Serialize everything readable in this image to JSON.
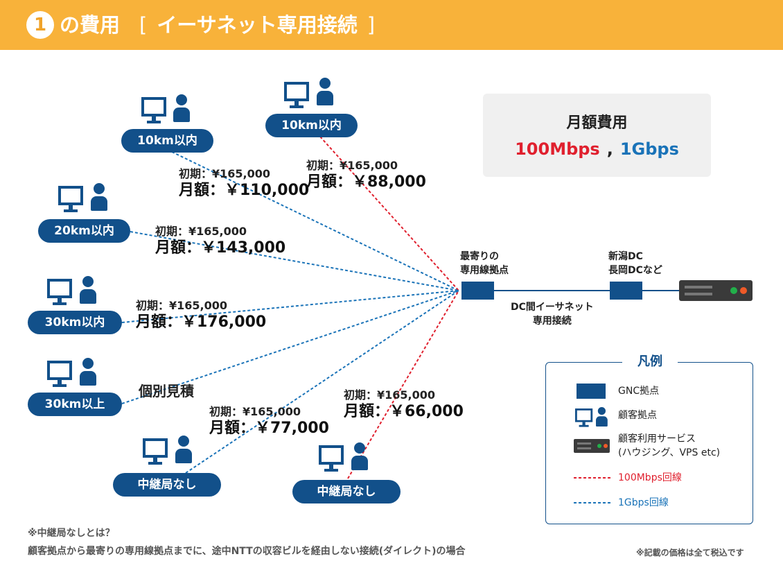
{
  "header": {
    "number": "1",
    "title": "の費用",
    "bracket_open": "[",
    "subtitle": "イーサネット専用接続",
    "bracket_close": "]"
  },
  "monthly_box": {
    "title": "月額費用",
    "speed_100m": "100Mbps",
    "separator": ",",
    "speed_1g": "1Gbps"
  },
  "customers": [
    {
      "label": "10km以内",
      "line": "1Gbps",
      "initial": "初期：¥165,000",
      "monthly": "月額：￥110,000"
    },
    {
      "label": "10km以内",
      "line": "100Mbps",
      "initial": "初期：¥165,000",
      "monthly": "月額：￥88,000"
    },
    {
      "label": "20km以内",
      "line": "1Gbps",
      "initial": "初期：¥165,000",
      "monthly": "月額：￥143,000"
    },
    {
      "label": "30km以内",
      "line": "1Gbps",
      "initial": "初期：¥165,000",
      "monthly": "月額：￥176,000"
    },
    {
      "label": "30km以上",
      "line": "1Gbps",
      "estimate": "個別見積"
    },
    {
      "label": "中継局なし",
      "line": "1Gbps",
      "initial": "初期：¥165,000",
      "monthly": "月額：￥77,000"
    },
    {
      "label": "中継局なし",
      "line": "100Mbps",
      "initial": "初期：¥165,000",
      "monthly": "月額：￥66,000"
    }
  ],
  "nodes": {
    "nearest_line1": "最寄りの",
    "nearest_line2": "専用線拠点",
    "dc_line1": "新潟DC",
    "dc_line2": "長岡DCなど",
    "link_line1": "DC間イーサネット",
    "link_line2": "専用接続"
  },
  "legend": {
    "title": "凡例",
    "gnc": "GNC拠点",
    "customer": "顧客拠点",
    "service_line1": "顧客利用サービス",
    "service_line2": "(ハウジング、VPS etc)",
    "line_100m": "100Mbps回線",
    "line_1g": "1Gbps回線"
  },
  "notes": {
    "question": "※中継局なしとは？",
    "explanation": "顧客拠点から最寄りの専用線拠点までに、途中NTTの収容ビルを経由しない接続(ダイレクト)の場合",
    "tax": "※記載の価格は全て税込です"
  },
  "colors": {
    "header": "#f8b23a",
    "navy": "#12508a",
    "red_line": "#e0202e",
    "blue_line": "#1a73b8",
    "server": "#3a3a3a"
  }
}
